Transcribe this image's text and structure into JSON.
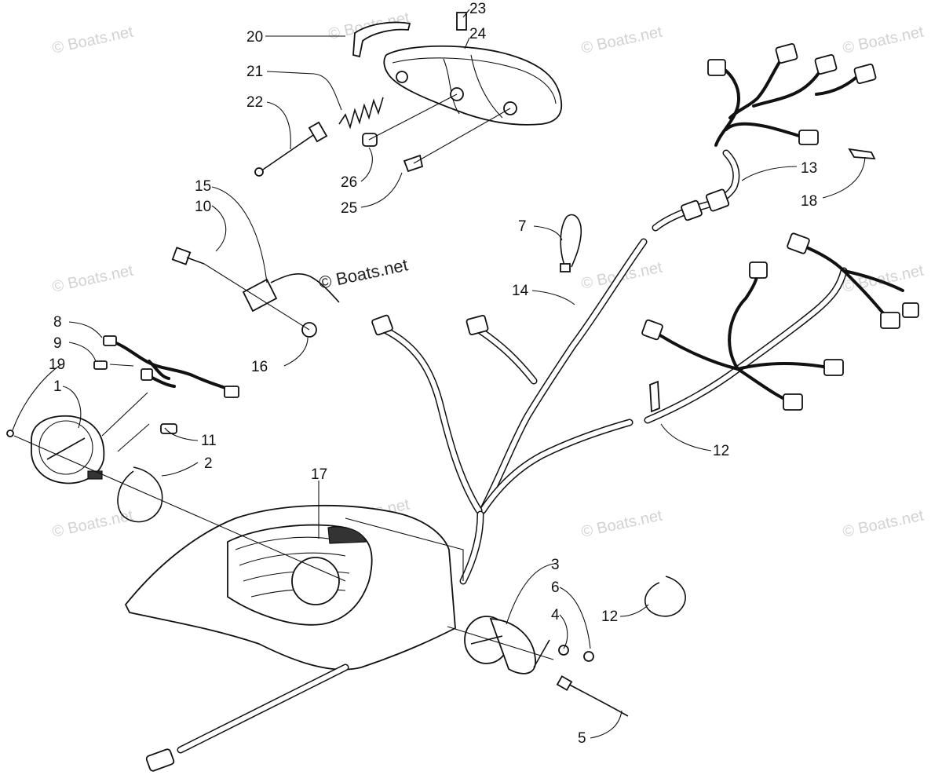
{
  "watermark": {
    "text": "© Boats.net",
    "center_text": "© Boats.net"
  },
  "callouts": {
    "c1": "1",
    "c2": "2",
    "c3": "3",
    "c4": "4",
    "c5": "5",
    "c6": "6",
    "c7": "7",
    "c8": "8",
    "c9": "9",
    "c10": "10",
    "c11": "11",
    "c12a": "12",
    "c12b": "12",
    "c13": "13",
    "c14": "14",
    "c15": "15",
    "c16": "16",
    "c17": "17",
    "c18": "18",
    "c19": "19",
    "c20": "20",
    "c21": "21",
    "c22": "22",
    "c23": "23",
    "c24": "24",
    "c25": "25",
    "c26": "26"
  },
  "colors": {
    "ink": "#111111",
    "watermark": "#d2d2d2",
    "background": "#ffffff"
  }
}
